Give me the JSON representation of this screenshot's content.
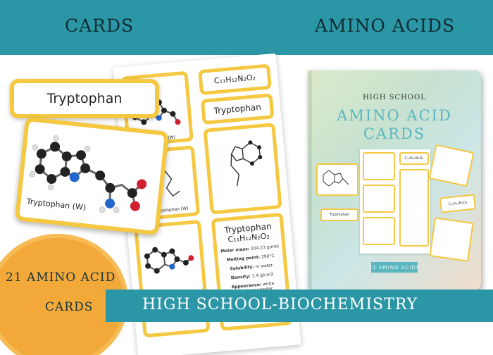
{
  "header": {
    "left_label": "CARDS",
    "right_label": "AMINO ACIDS"
  },
  "name_card": {
    "label": "Tryptophan"
  },
  "molecule_card": {
    "caption": "Tryptophan (W)"
  },
  "sheet": {
    "formula": "C₁₁H₁₂N₂O₂",
    "name_label": "Tryptophan",
    "caption_left_1": "(W)",
    "caption_left_2": "Tryptophan (W)",
    "info": {
      "title": "Tryptophan",
      "formula": "C₁₁H₁₂N₂O₂",
      "molar_mass_label": "Molar mass:",
      "molar_mass_value": "204.23 g/mol",
      "melting_label": "Melting point:",
      "melting_value": "290°C",
      "solubility_label": "Solubility:",
      "solubility_value": "in water",
      "density_label": "Density:",
      "density_value": "1.4 g/cm3",
      "appearance_label": "Appearance:",
      "appearance_value": "white crystals or powder"
    }
  },
  "book": {
    "subtitle": "HIGH SCHOOL",
    "title_line1": "AMINO ACID",
    "title_line2": "CARDS",
    "tag": "21 AMINO ACIDS",
    "mini_formula": "C₁₁H₁₂N₂O₂",
    "mini_name": "Tryptophan",
    "mini_formula_side": "C₁₁H₁₂N₂O₂"
  },
  "circle": {
    "line1": "21 AMINO ACID",
    "line2": "CARDS"
  },
  "footer_banner": {
    "text": "HIGH SCHOOL-BIOCHEMISTRY"
  },
  "colors": {
    "teal": "#2b97a6",
    "card_border": "#f5c842",
    "circle_orange": "#f2a93a",
    "book_title": "#5bb6bf"
  }
}
